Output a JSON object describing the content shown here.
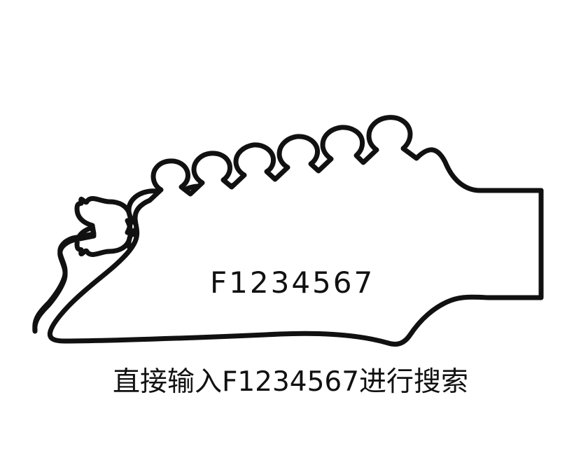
{
  "page": {
    "background_color": "#ffffff",
    "stroke_color": "#111111",
    "text_color": "#111111"
  },
  "figure": {
    "name": "guitar-headstock-outline",
    "description": "guitar-headstock-outline-icon",
    "tuner_count": 6
  },
  "serial": {
    "label": "F1234567"
  },
  "caption": {
    "text": "直接输入F1234567进行搜索"
  }
}
